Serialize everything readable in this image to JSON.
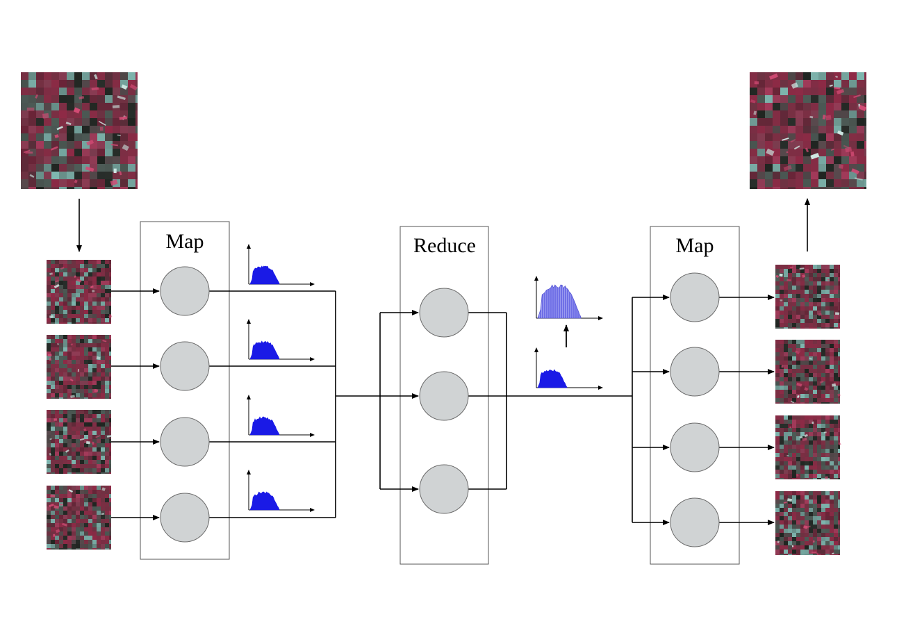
{
  "stages": {
    "map1_label": "Map",
    "reduce_label": "Reduce",
    "map2_label": "Map"
  },
  "colors": {
    "node_fill": "#d0d3d4",
    "histogram_fill": "#1a1ae6",
    "merged_histogram_fill": "#6f6fe6",
    "box_stroke": "#555555",
    "line": "#000000",
    "image_base": "#3a3f3c",
    "image_field_red": "#8e2a46",
    "image_field_cyan": "#7fb7b0",
    "image_dark": "#1f2420"
  },
  "icons": {
    "input_image": "satellite-image-icon",
    "tile": "image-tile-icon",
    "node": "process-node-icon",
    "histogram": "histogram-icon"
  }
}
